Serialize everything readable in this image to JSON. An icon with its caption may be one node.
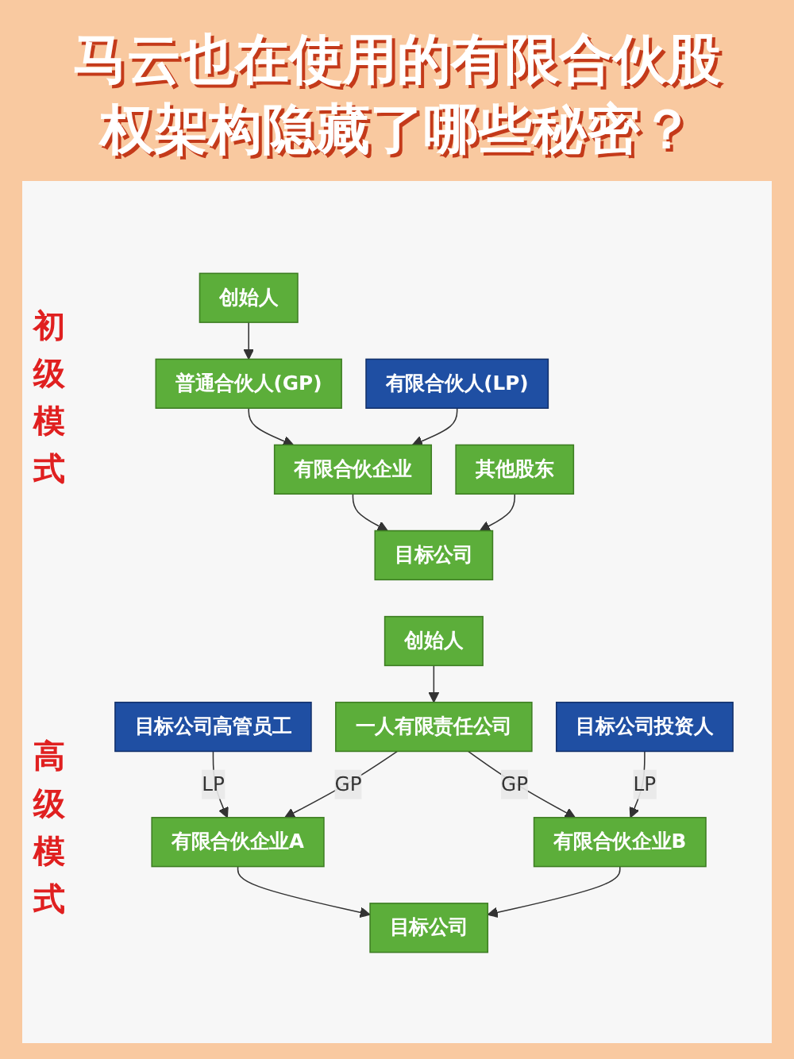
{
  "diagram": {
    "title": "马云也在使用的有限合伙股权架构隐藏了哪些秘密？",
    "nodes": [
      {
        "text": [
          "创始人"
        ]
      },
      {
        "text": [
          "普通合伙人(GP)"
        ]
      },
      {
        "text": [
          "有限合伙人(LP)"
        ]
      },
      {
        "text": [
          "有限合伙企业"
        ]
      },
      {
        "text": [
          "其他股东"
        ]
      },
      {
        "text": [
          "目标公司"
        ]
      },
      {
        "text": [
          "创始人"
        ]
      },
      {
        "text": [
          "目标公司高管员工"
        ]
      },
      {
        "text": [
          "一人有限责任公司"
        ]
      },
      {
        "text": [
          "目标公司投资人"
        ]
      },
      {
        "text": [
          "有限合伙企业A"
        ]
      },
      {
        "text": [
          "有限合伙企业B"
        ]
      },
      {
        "text": [
          "目标公司"
        ]
      }
    ],
    "edges": [
      {
        "from": 0,
        "to": 1,
        "arrow": "to"
      },
      {
        "from": 1,
        "to": 3,
        "arrow": "to"
      },
      {
        "from": 2,
        "to": 3,
        "arrow": "to"
      },
      {
        "from": 3,
        "to": 5,
        "arrow": "to"
      },
      {
        "from": 4,
        "to": 5,
        "arrow": "to"
      },
      {
        "from": 6,
        "to": 8,
        "arrow": "to"
      },
      {
        "from": 7,
        "to": 10,
        "arrow": "to",
        "label": "LP"
      },
      {
        "from": 8,
        "to": 10,
        "arrow": "to",
        "label": "GP"
      },
      {
        "from": 8,
        "to": 11,
        "arrow": "to",
        "label": "GP"
      },
      {
        "from": 9,
        "to": 11,
        "arrow": "to",
        "label": "LP"
      },
      {
        "from": 10,
        "to": 12,
        "arrow": "to"
      },
      {
        "from": 11,
        "to": 12,
        "arrow": "to"
      }
    ],
    "labels": [
      "初级模式",
      "高级模式"
    ]
  }
}
